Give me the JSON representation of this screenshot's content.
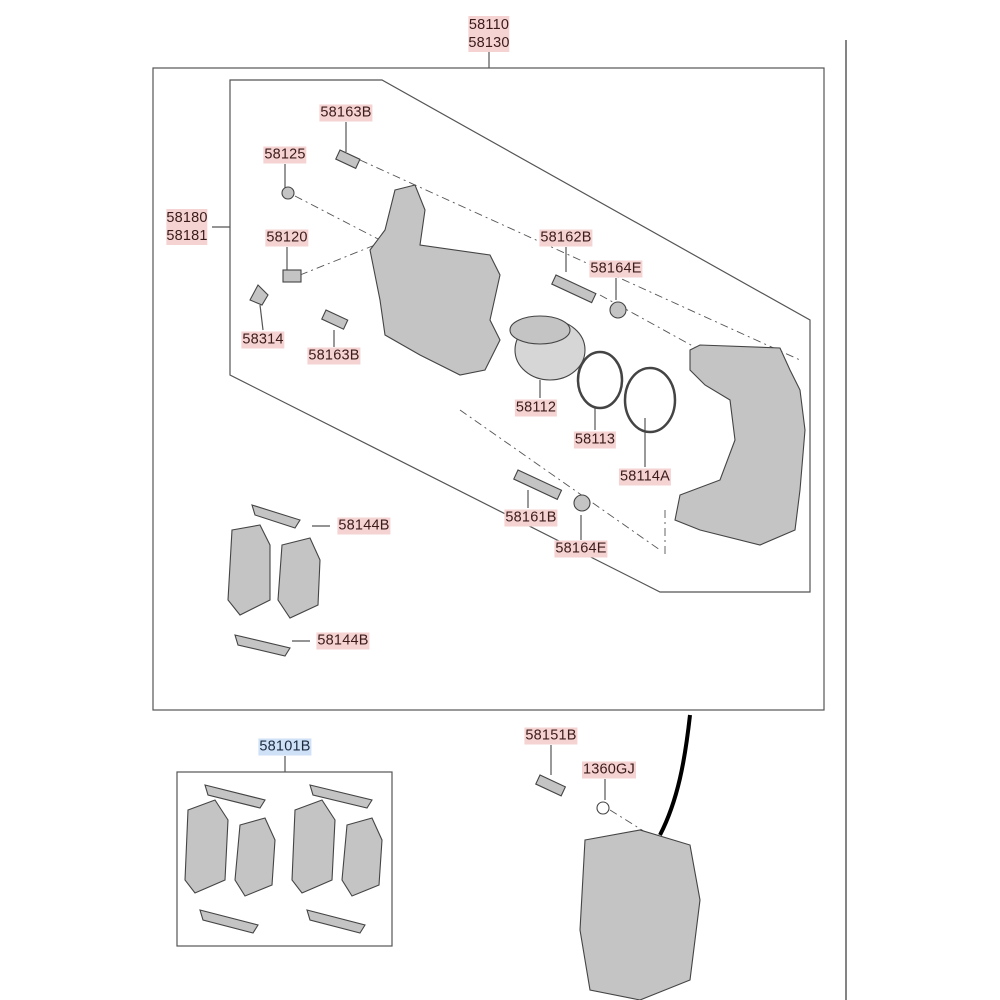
{
  "labels": {
    "assembly_a": "58110",
    "assembly_b": "58130",
    "caliper_a": "58180",
    "caliper_b": "58181",
    "bolt_top": "58163B",
    "cap": "58125",
    "bleeder": "58120",
    "bleeder_cap": "58314",
    "bolt_lower": "58163B",
    "guide_pin_upper": "58162B",
    "boot_upper": "58164E",
    "piston": "58112",
    "piston_seal": "58113",
    "piston_boot": "58114A",
    "guide_pin_lower": "58161B",
    "boot_lower": "58164E",
    "shim_upper": "58144B",
    "shim_lower": "58144B",
    "pad_kit": "58101B",
    "mount_bolt": "58151B",
    "washer": "1360GJ"
  },
  "colors": {
    "label_bg": "#f6d3d3",
    "highlight_bg": "#cfe1f6",
    "line": "#555555",
    "part": "#b9b9b9"
  }
}
